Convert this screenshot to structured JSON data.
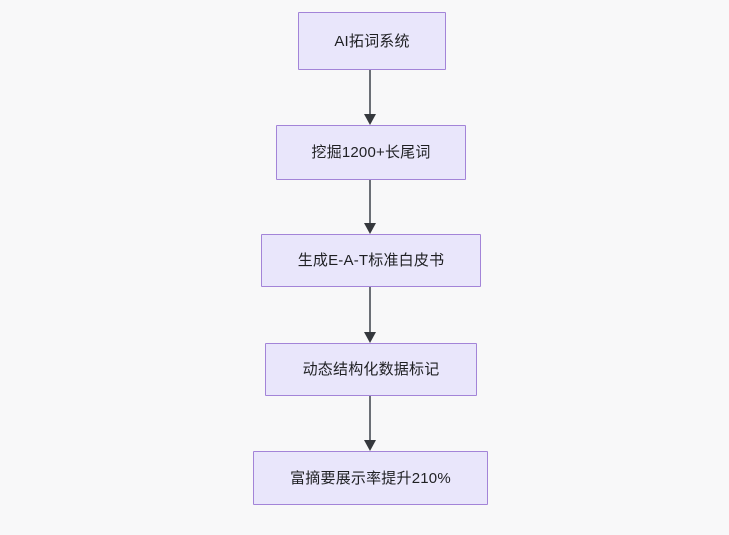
{
  "diagram": {
    "type": "flowchart",
    "direction": "top-to-bottom",
    "background_color": "#f8f8f9",
    "node_fill_color": "#e9e6fb",
    "node_border_color": "#a384d8",
    "node_text_color": "#1f2023",
    "edge_color": "#6b6f76",
    "nodes": [
      {
        "id": "n1",
        "label": "AI拓词系统"
      },
      {
        "id": "n2",
        "label": "挖掘1200+长尾词"
      },
      {
        "id": "n3",
        "label": "生成E-A-T标准白皮书"
      },
      {
        "id": "n4",
        "label": "动态结构化数据标记"
      },
      {
        "id": "n5",
        "label": "富摘要展示率提升210%"
      }
    ],
    "edges": [
      {
        "from": "n1",
        "to": "n2",
        "label": ""
      },
      {
        "from": "n2",
        "to": "n3",
        "label": ""
      },
      {
        "from": "n3",
        "to": "n4",
        "label": ""
      },
      {
        "from": "n4",
        "to": "n5",
        "label": ""
      }
    ]
  }
}
